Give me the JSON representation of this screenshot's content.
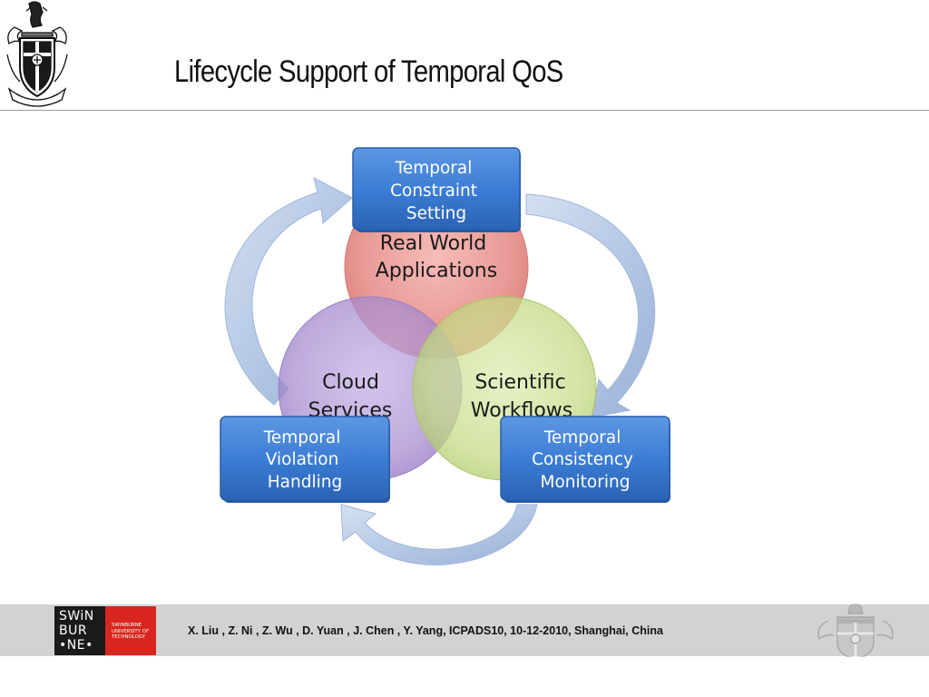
{
  "slide": {
    "title": "Lifecycle Support of Temporal QoS"
  },
  "diagram": {
    "circles": [
      {
        "id": "real-world",
        "lines": [
          "Real World",
          "Applications"
        ],
        "color": "#e58b86"
      },
      {
        "id": "cloud",
        "lines": [
          "Cloud",
          "Services"
        ],
        "color": "#a98fd0"
      },
      {
        "id": "scientific",
        "lines": [
          "Scientific",
          "Workflows"
        ],
        "color": "#c4db84"
      }
    ],
    "boxes": [
      {
        "id": "setting",
        "lines": [
          "Temporal",
          "Constraint",
          "Setting"
        ]
      },
      {
        "id": "handling",
        "lines": [
          "Temporal",
          "Violation",
          "Handling"
        ]
      },
      {
        "id": "monitoring",
        "lines": [
          "Temporal",
          "Consistency",
          "Monitoring"
        ]
      }
    ],
    "box_color": "#3a7bd3",
    "arrow_color": "#b3c6e4"
  },
  "footer": {
    "logo": {
      "lines": [
        "SWiN",
        "BUR",
        "•NE•"
      ],
      "caption": "SWINBURNE\nUNIVERSITY OF\nTECHNOLOGY",
      "colors": {
        "left": "#1a1a1a",
        "right": "#d7261e"
      }
    },
    "citation": "X. Liu , Z. Ni , Z. Wu , D. Yuan , J. Chen , Y. Yang, ICPADS10, 10-12-2010, Shanghai, China",
    "band_color": "#d2d2d2"
  }
}
